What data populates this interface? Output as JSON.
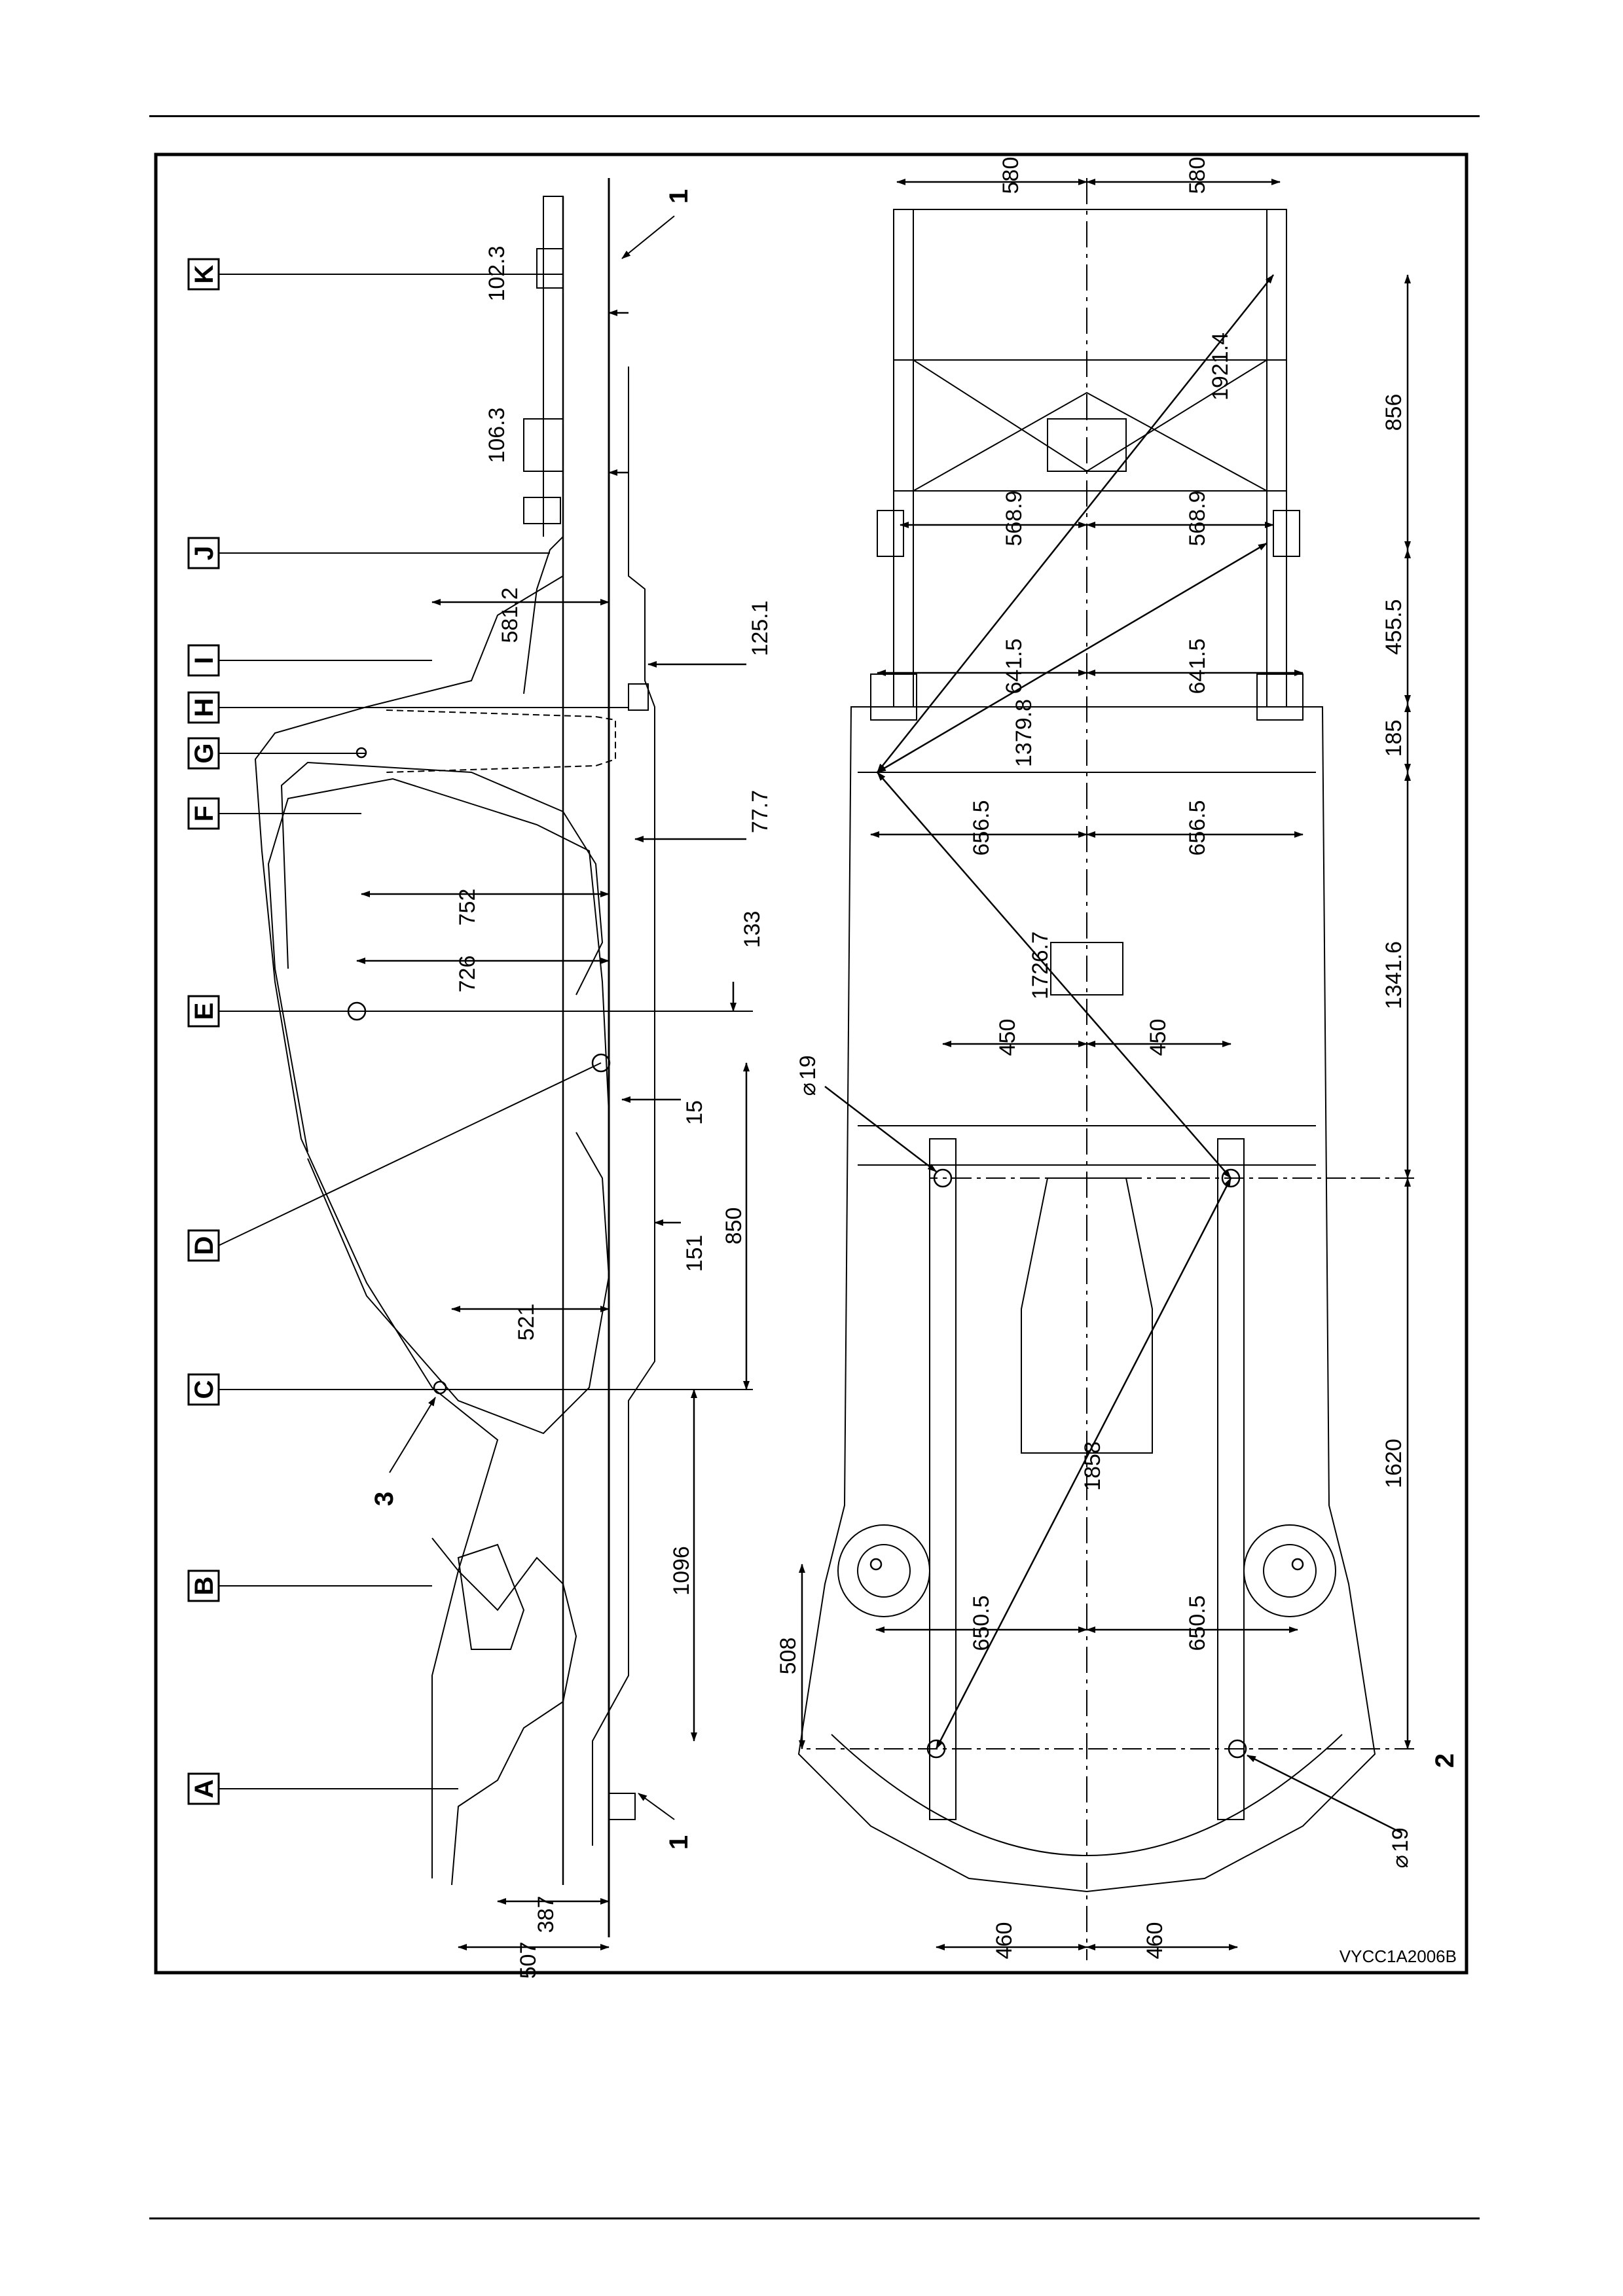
{
  "figure_code": "VYCC1A2006B",
  "point_labels": [
    "A",
    "B",
    "C",
    "D",
    "E",
    "F",
    "G",
    "H",
    "I",
    "J",
    "K"
  ],
  "callouts": {
    "ground_line": "1",
    "center_line": "2",
    "reference": "3"
  },
  "diameter_symbol": "⌀",
  "side_view": {
    "heights": {
      "h507": "507",
      "h387": "387",
      "h521": "521",
      "h752": "752",
      "h726": "726",
      "h581": "581.2",
      "h106": "106.3",
      "h102": "102.3"
    },
    "horizontals": {
      "d1096": "1096",
      "d850": "850"
    },
    "offsets": {
      "o151": "151",
      "o15": "15",
      "o133": "133",
      "o77": "77.7",
      "o125": "125.1"
    }
  },
  "plan_view": {
    "half_widths": {
      "w460a": "460",
      "w460b": "460",
      "w650a": "650.5",
      "w650b": "650.5",
      "w450a": "450",
      "w450b": "450",
      "w656a": "656.5",
      "w656b": "656.5",
      "w641a": "641.5",
      "w641b": "641.5",
      "w568a": "568.9",
      "w568b": "568.9",
      "w580a": "580",
      "w580b": "580"
    },
    "longitudinal": {
      "l508": "508",
      "l1620": "1620",
      "l1341": "1341.6",
      "l185": "185",
      "l455": "455.5",
      "l856": "856"
    },
    "diagonals": {
      "g1858": "1858",
      "g1726": "1726.7",
      "g1379": "1379.8",
      "g1921": "1921.4"
    },
    "hole_diameters": {
      "dia_upper": "19",
      "dia_lower": "19"
    }
  }
}
